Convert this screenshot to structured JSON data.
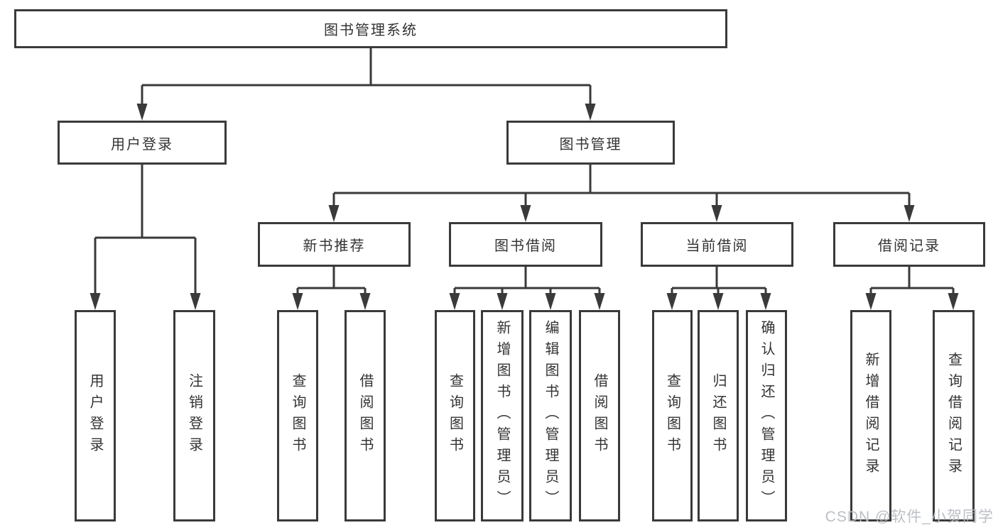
{
  "title": "图书管理系统",
  "tree": {
    "root": {
      "label": "图书管理系统"
    },
    "level2": [
      {
        "label": "用户登录",
        "children": [
          {
            "label": "用户登录"
          },
          {
            "label": "注销登录"
          }
        ]
      },
      {
        "label": "图书管理",
        "children": [
          {
            "label": "新书推荐",
            "children": [
              {
                "label": "查询图书"
              },
              {
                "label": "借阅图书"
              }
            ]
          },
          {
            "label": "图书借阅",
            "children": [
              {
                "label": "查询图书"
              },
              {
                "label": "新增图书（管理员）"
              },
              {
                "label": "编辑图书（管理员）"
              },
              {
                "label": "借阅图书"
              }
            ]
          },
          {
            "label": "当前借阅",
            "children": [
              {
                "label": "查询图书"
              },
              {
                "label": "归还图书"
              },
              {
                "label": "确认归还（管理员）"
              }
            ]
          },
          {
            "label": "借阅记录",
            "children": [
              {
                "label": "新增借阅记录"
              },
              {
                "label": "查询借阅记录"
              }
            ]
          }
        ]
      }
    ]
  },
  "watermark": "CSDN @软件_小贺同学",
  "colors": {
    "line": "#3a3a3a",
    "box_border": "#3a3a3a",
    "text": "#333333",
    "watermark": "#b8bcc2",
    "background": "#ffffff"
  }
}
